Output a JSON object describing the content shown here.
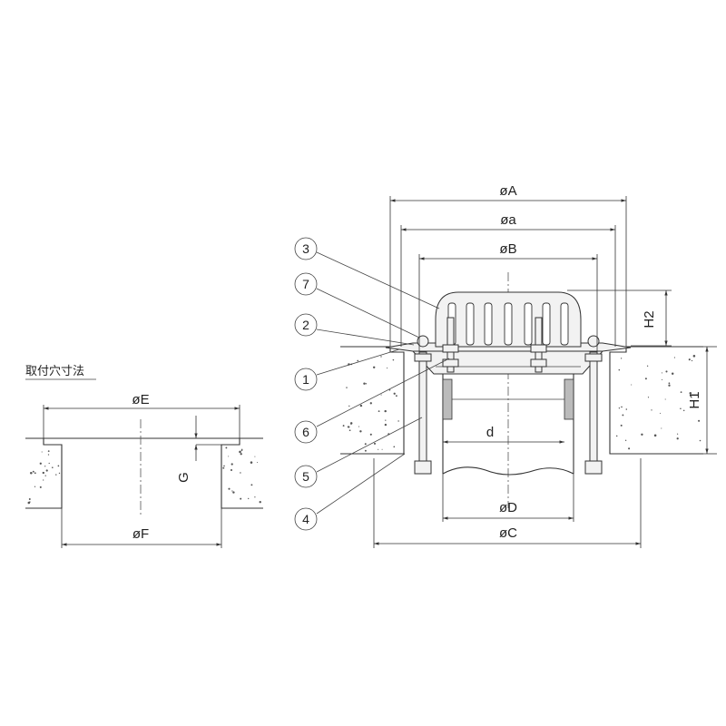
{
  "mounting_hole": {
    "title": "取付穴寸法",
    "dim_E": "øE",
    "dim_F": "øF",
    "dim_G": "G"
  },
  "drain": {
    "dim_A": "øA",
    "dim_a": "øa",
    "dim_B": "øB",
    "dim_d": "d",
    "dim_D": "øD",
    "dim_C": "øC",
    "dim_H1": "H1",
    "dim_H2": "H2"
  },
  "callouts": [
    "3",
    "7",
    "2",
    "1",
    "6",
    "5",
    "4"
  ]
}
